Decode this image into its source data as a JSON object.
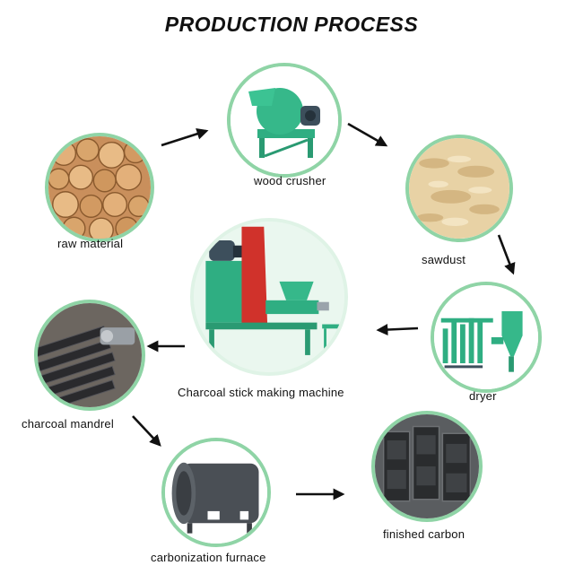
{
  "title": "PRODUCTION PROCESS",
  "steps": [
    {
      "label": "raw material"
    },
    {
      "label": "wood crusher"
    },
    {
      "label": "sawdust"
    },
    {
      "label": "dryer"
    },
    {
      "label": "Charcoal stick making machine"
    },
    {
      "label": "charcoal mandrel"
    },
    {
      "label": "carbonization furnace"
    },
    {
      "label": "finished carbon"
    }
  ],
  "colors": {
    "ring": "#8fd4a6",
    "machine_green": "#2fae82",
    "machine_red": "#d0322b",
    "arrow": "#111111"
  }
}
